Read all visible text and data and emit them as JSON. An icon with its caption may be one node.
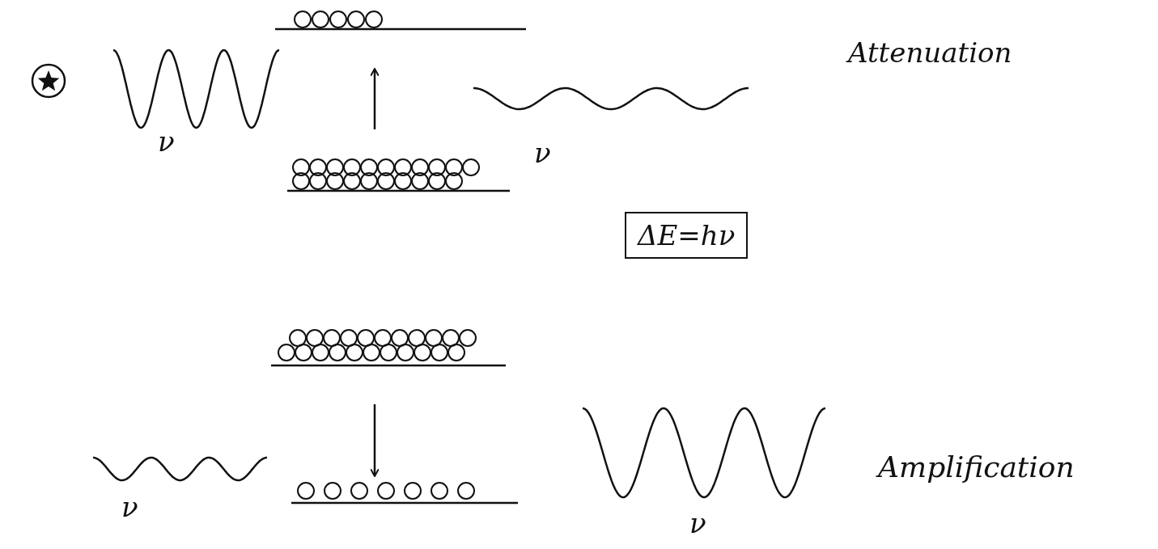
{
  "diagram": {
    "nodes": [
      {
        "text": [
          "ΔE=hν"
        ]
      }
    ],
    "labels": [
      "Attenuation",
      "ν",
      "ν",
      "Amplification",
      "ν",
      "ν"
    ]
  }
}
